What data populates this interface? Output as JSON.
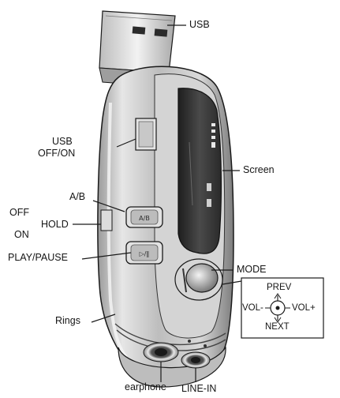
{
  "labels": {
    "usb": "USB",
    "usb_off_on_line1": "USB",
    "usb_off_on_line2": "OFF/ON",
    "screen": "Screen",
    "ab": "A/B",
    "off": "OFF",
    "hold": "HOLD",
    "on": "ON",
    "play_pause": "PLAY/PAUSE",
    "mode": "MODE",
    "rings": "Rings",
    "earphone": "earphone",
    "line_in": "LINE-IN"
  },
  "joystick": {
    "prev": "PREV",
    "next": "NEXT",
    "vol_minus": "VOL-",
    "vol_plus": "VOL+"
  },
  "buttons": {
    "ab_glyph": "A/B",
    "play_glyph": "▷/‖"
  },
  "colors": {
    "body_fill": "#cfcfcf",
    "body_shadow": "#8a8a8a",
    "screen_fill": "#3a3a3a",
    "line": "#1a1a1a",
    "background": "#ffffff"
  }
}
